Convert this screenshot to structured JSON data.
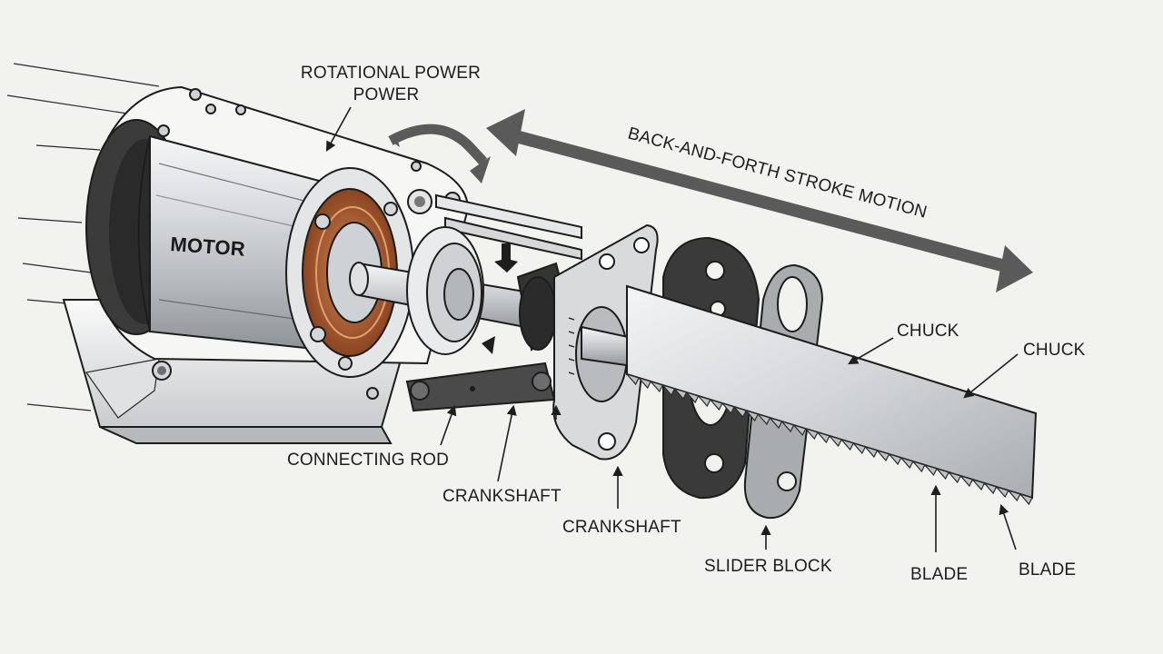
{
  "labels": {
    "rotational_power_line1": "ROTATIONAL POWER",
    "rotational_power_line2": "POWER",
    "stroke_motion": "BACK-AND-FORTH STROKE MOTION",
    "motor": "MOTOR",
    "connecting_rod": "CONNECTING ROD",
    "crankshaft_1": "CRANKSHAFT",
    "crankshaft_2": "CRANKSHAFT",
    "slider_block": "SLIDER BLOCK",
    "chuck_1": "CHUCK",
    "chuck_2": "CHUCK",
    "blade_1": "BLADE",
    "blade_2": "BLADE"
  },
  "colors": {
    "background": "#f2f2ee",
    "ink": "#1c1c1c",
    "steel_light": "#e4e6e8",
    "steel_mid": "#b9bdc1",
    "dark_part": "#3a3a3a",
    "copper": "#b8683c",
    "arrow_gray": "#5a5a5a"
  }
}
